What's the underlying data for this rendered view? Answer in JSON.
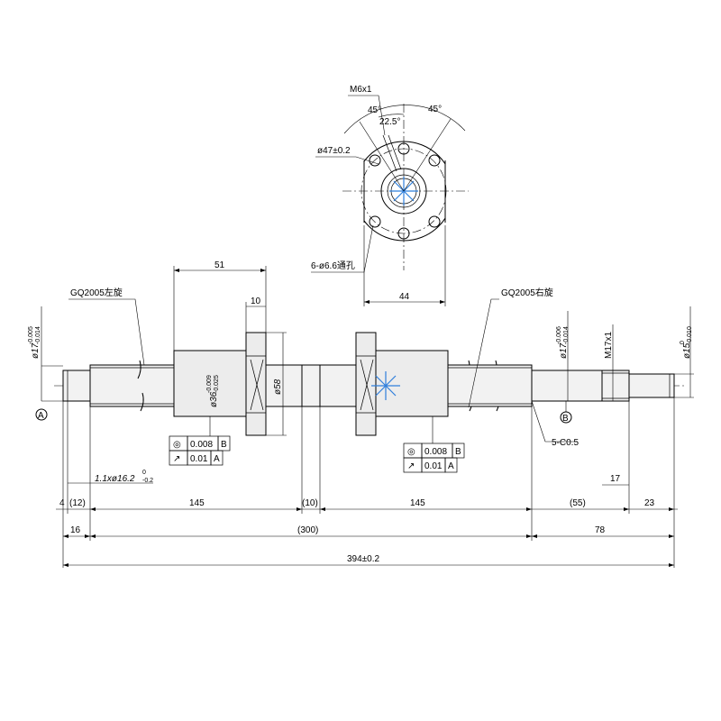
{
  "top_view": {
    "thread": "M6x1",
    "angle_left": "45°",
    "angle_right": "45°",
    "angle_small": "22.5°",
    "pcd": "ø47±0.2",
    "holes": "6-ø6.6通孔",
    "width": "44"
  },
  "shaft": {
    "label_left": "GQ2005左旋",
    "label_right": "GQ2005右旋",
    "dia_left": "ø17-0.005/-0.014",
    "dia_left_main": "ø17",
    "dia_left_up": "-0.005",
    "dia_left_low": "-0.014",
    "dia_right": "ø17-0.006/-0.014",
    "dia_right_main": "ø17",
    "dia_right_up": "-0.006",
    "dia_right_low": "-0.014",
    "thread_end": "M17x1",
    "dia_end_main": "ø15",
    "dia_end_up": "0",
    "dia_end_low": "-0.010",
    "nut_dia_main": "ø36",
    "nut_dia_up": "-0.009",
    "nut_dia_low": "-0.025",
    "flange_dia": "ø58",
    "nut_len": "51",
    "flange_thk": "10",
    "chamfer": "5-C0.5",
    "groove_main": "1.1xø16.2",
    "groove_up": "0",
    "groove_low": "-0.2",
    "datum_a": "A",
    "datum_b": "B"
  },
  "tolerances": {
    "left": [
      {
        "symbol": "◎",
        "value": "0.008",
        "datum": "B"
      },
      {
        "symbol": "↗",
        "value": "0.01",
        "datum": "A"
      }
    ],
    "right": [
      {
        "symbol": "◎",
        "value": "0.008",
        "datum": "B"
      },
      {
        "symbol": "↗",
        "value": "0.01",
        "datum": "A"
      }
    ]
  },
  "dimensions": {
    "d4": "4",
    "d12": "(12)",
    "d145a": "145",
    "d10": "(10)",
    "d145b": "145",
    "d55": "(55)",
    "d23": "23",
    "d17": "17",
    "d16": "16",
    "d300": "(300)",
    "d78": "78",
    "d394": "394±0.2"
  }
}
